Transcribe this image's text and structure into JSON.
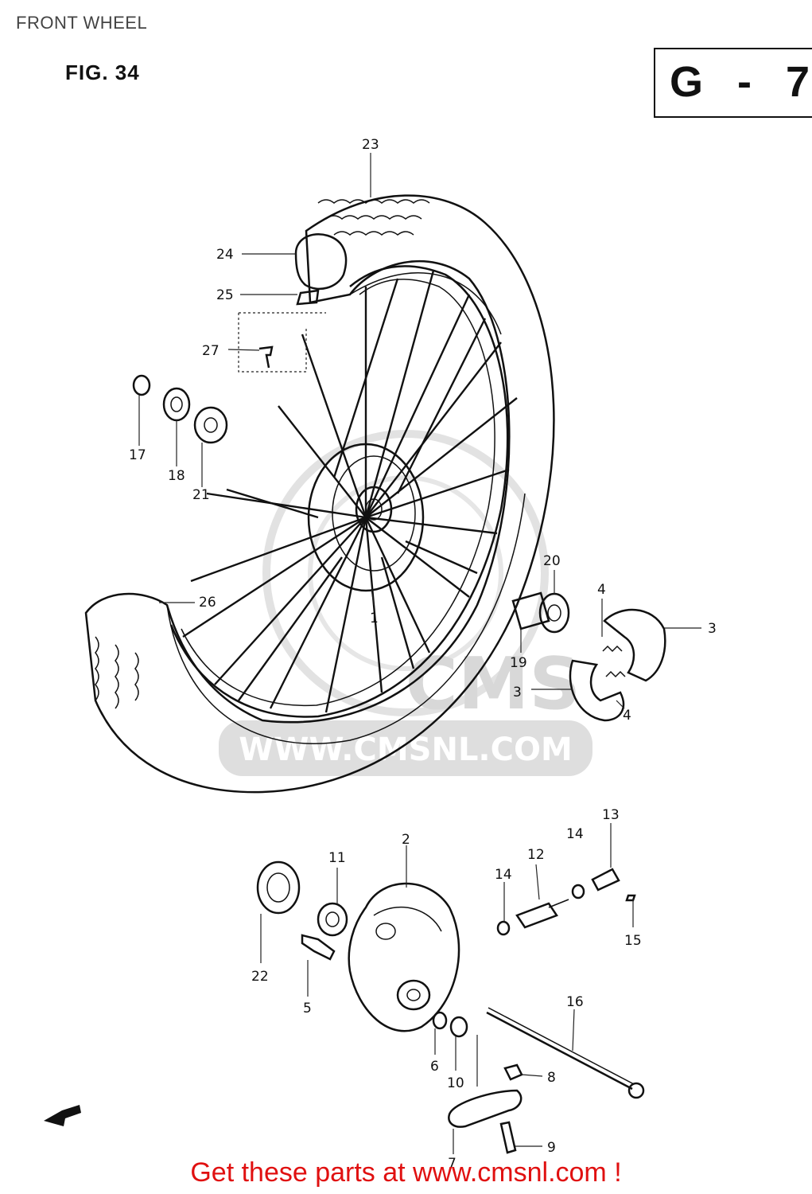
{
  "page": {
    "title": "FRONT WHEEL"
  },
  "figure": {
    "label": "FIG. 34",
    "section": "G - 7"
  },
  "watermark": {
    "text": "WWW.CMSNL.COM",
    "logo": "CMS"
  },
  "callouts": [
    {
      "id": "23",
      "text": "23"
    },
    {
      "id": "24",
      "text": "24"
    },
    {
      "id": "25",
      "text": "25"
    },
    {
      "id": "27",
      "text": "27"
    },
    {
      "id": "17",
      "text": "17"
    },
    {
      "id": "18",
      "text": "18"
    },
    {
      "id": "21",
      "text": "21"
    },
    {
      "id": "26",
      "text": "26"
    },
    {
      "id": "1",
      "text": "1"
    },
    {
      "id": "20",
      "text": "20"
    },
    {
      "id": "19",
      "text": "19"
    },
    {
      "id": "4a",
      "text": "4"
    },
    {
      "id": "3a",
      "text": "3"
    },
    {
      "id": "3b",
      "text": "3"
    },
    {
      "id": "4b",
      "text": "4"
    },
    {
      "id": "13",
      "text": "13"
    },
    {
      "id": "14a",
      "text": "14"
    },
    {
      "id": "12",
      "text": "12"
    },
    {
      "id": "14b",
      "text": "14"
    },
    {
      "id": "2",
      "text": "2"
    },
    {
      "id": "11",
      "text": "11"
    },
    {
      "id": "15",
      "text": "15"
    },
    {
      "id": "22",
      "text": "22"
    },
    {
      "id": "5",
      "text": "5"
    },
    {
      "id": "16",
      "text": "16"
    },
    {
      "id": "6",
      "text": "6"
    },
    {
      "id": "10",
      "text": "10"
    },
    {
      "id": "8",
      "text": "8"
    },
    {
      "id": "9",
      "text": "9"
    },
    {
      "id": "7",
      "text": "7"
    }
  ],
  "footer": {
    "text": "Get these parts at www.cmsnl.com !"
  },
  "colors": {
    "footer": "#e01010",
    "ink": "#111111",
    "watermark": "#d8d8d8"
  },
  "icons": {
    "direction_arrow": "front-direction-arrow-icon"
  }
}
